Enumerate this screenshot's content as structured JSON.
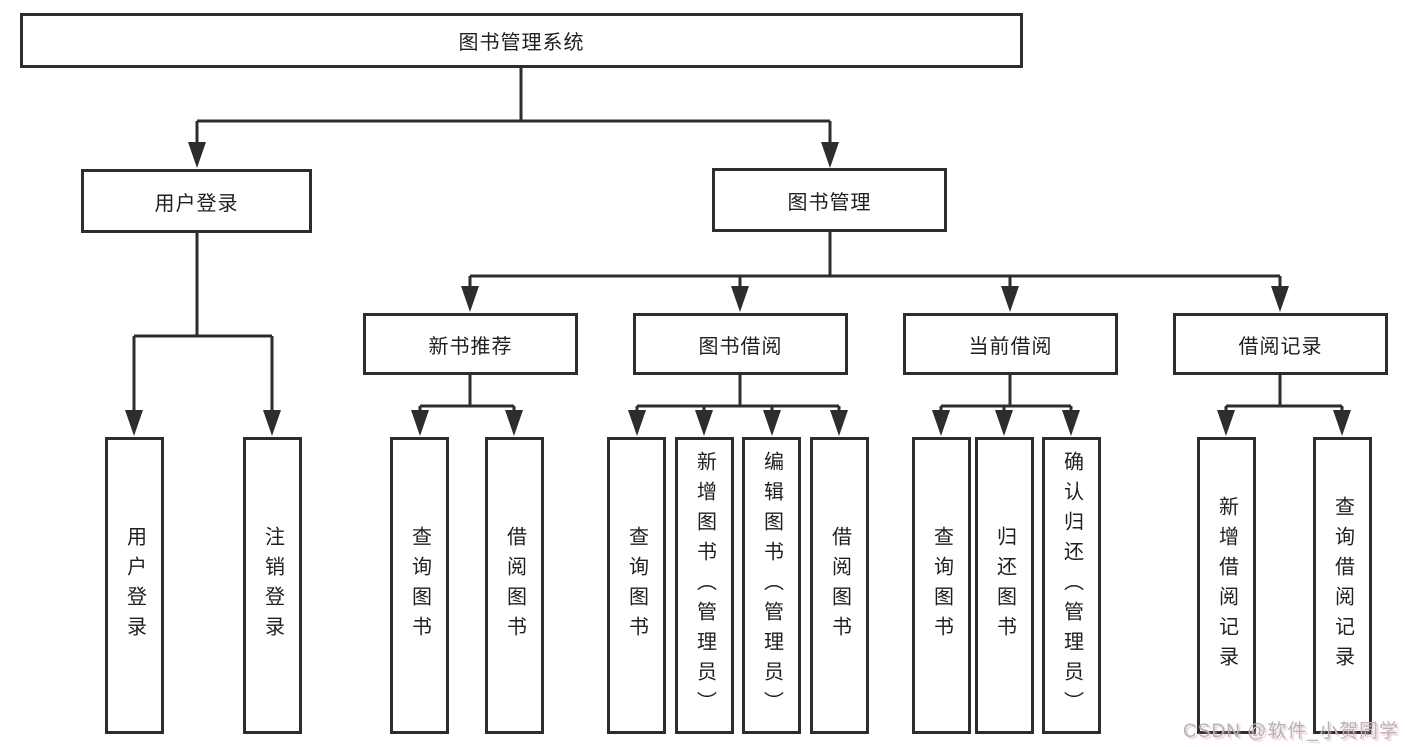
{
  "tree": {
    "root": {
      "label": "图书管理系统"
    },
    "branches": [
      {
        "label": "用户登录",
        "children": [
          {
            "label": "用户登录"
          },
          {
            "label": "注销登录"
          }
        ]
      },
      {
        "label": "图书管理",
        "children": [
          {
            "label": "新书推荐",
            "children": [
              {
                "label": "查询图书"
              },
              {
                "label": "借阅图书"
              }
            ]
          },
          {
            "label": "图书借阅",
            "children": [
              {
                "label": "查询图书"
              },
              {
                "label": "新增图书（管理员）"
              },
              {
                "label": "编辑图书（管理员）"
              },
              {
                "label": "借阅图书"
              }
            ]
          },
          {
            "label": "当前借阅",
            "children": [
              {
                "label": "查询图书"
              },
              {
                "label": "归还图书"
              },
              {
                "label": "确认归还（管理员）"
              }
            ]
          },
          {
            "label": "借阅记录",
            "children": [
              {
                "label": "新增借阅记录"
              },
              {
                "label": "查询借阅记录"
              }
            ]
          }
        ]
      }
    ]
  },
  "watermark": "CSDN @软件_小贺同学",
  "colors": {
    "line": "#2d2d2d",
    "text": "#1f1f1f",
    "background": "#ffffff",
    "watermark": "#b5b5b5"
  }
}
